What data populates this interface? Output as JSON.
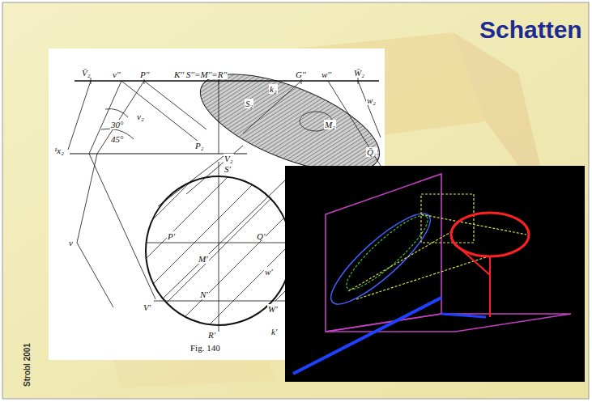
{
  "diagram": {
    "title": "Schatten",
    "labels": [
      "V̄₂",
      "v''",
      "P''",
      "K'' S''=M''=R''",
      "G''",
      "w''",
      "W̄₂",
      "S₂",
      "k₂",
      "M₂",
      "w₂",
      "Q̄₂",
      "P₂",
      "V₂",
      "¹x₂",
      "30°",
      "45°",
      "v₂",
      "S'",
      "P'",
      "M'",
      "Q'",
      "V'",
      "W'",
      "N'",
      "R'",
      "k'",
      "v",
      "w'",
      "Fig. 140",
      "Strobl 2001"
    ]
  }
}
